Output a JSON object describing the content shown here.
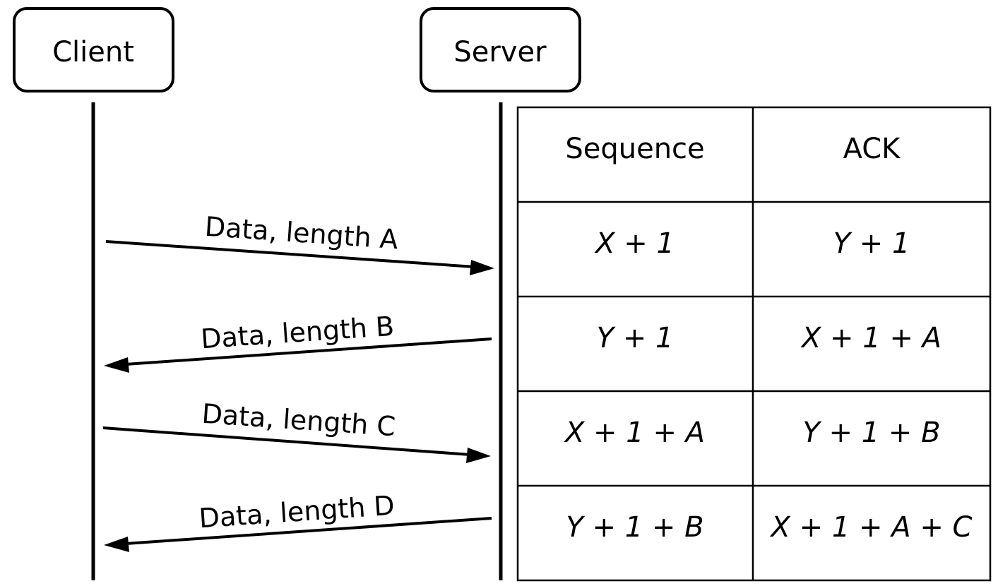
{
  "actors": {
    "client": "Client",
    "server": "Server"
  },
  "messages": [
    {
      "label": "Data, length A",
      "direction": "client-to-server"
    },
    {
      "label": "Data, length B",
      "direction": "server-to-client"
    },
    {
      "label": "Data, length C",
      "direction": "client-to-server"
    },
    {
      "label": "Data, length D",
      "direction": "server-to-client"
    }
  ],
  "table": {
    "headers": [
      "Sequence",
      "ACK"
    ],
    "rows": [
      [
        "X + 1",
        "Y + 1"
      ],
      [
        "Y + 1",
        "X + 1 + A"
      ],
      [
        "X + 1 + A",
        "Y + 1 + B"
      ],
      [
        "Y + 1 + B",
        "X + 1 + A + C"
      ]
    ]
  }
}
